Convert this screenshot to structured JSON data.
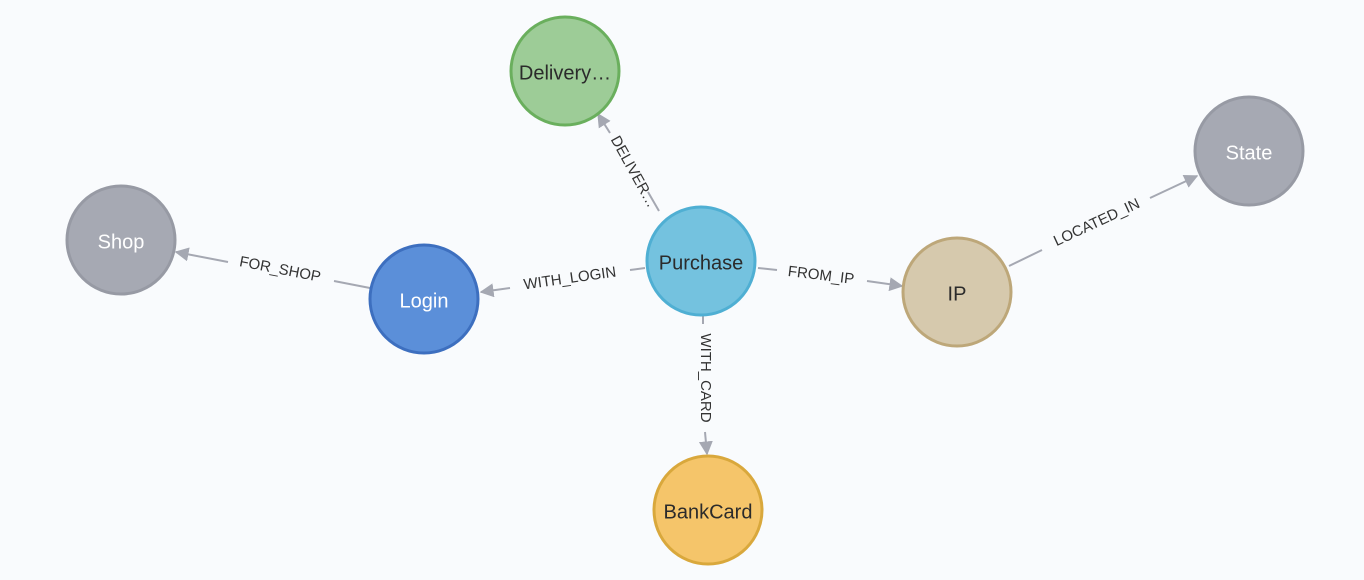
{
  "nodes": {
    "delivery": {
      "label": "Delivery…",
      "fill": "#9dcc97",
      "stroke": "#6aaf5d",
      "text": "#2b2b2b"
    },
    "shop": {
      "label": "Shop",
      "fill": "#a6a9b3",
      "stroke": "#979aa4",
      "text": "#ffffff"
    },
    "login": {
      "label": "Login",
      "fill": "#5b8fd9",
      "stroke": "#3d6fbf",
      "text": "#ffffff"
    },
    "purchase": {
      "label": "Purchase",
      "fill": "#74c2df",
      "stroke": "#4fafd3",
      "text": "#2b2b2b"
    },
    "ip": {
      "label": "IP",
      "fill": "#d6c9ad",
      "stroke": "#bda779",
      "text": "#2b2b2b"
    },
    "state": {
      "label": "State",
      "fill": "#a6a9b3",
      "stroke": "#979aa4",
      "text": "#ffffff"
    },
    "bankcard": {
      "label": "BankCard",
      "fill": "#f5c56a",
      "stroke": "#d9a83c",
      "text": "#2b2b2b"
    }
  },
  "relationships": {
    "delivered": {
      "label": "DELIVER…"
    },
    "for_shop": {
      "label": "FOR_SHOP"
    },
    "with_login": {
      "label": "WITH_LOGIN"
    },
    "from_ip": {
      "label": "FROM_IP"
    },
    "located_in": {
      "label": "LOCATED_IN"
    },
    "with_card": {
      "label": "WITH_CARD"
    }
  },
  "colors": {
    "background": "#f9fbfd",
    "edge": "#a5a8b2"
  }
}
